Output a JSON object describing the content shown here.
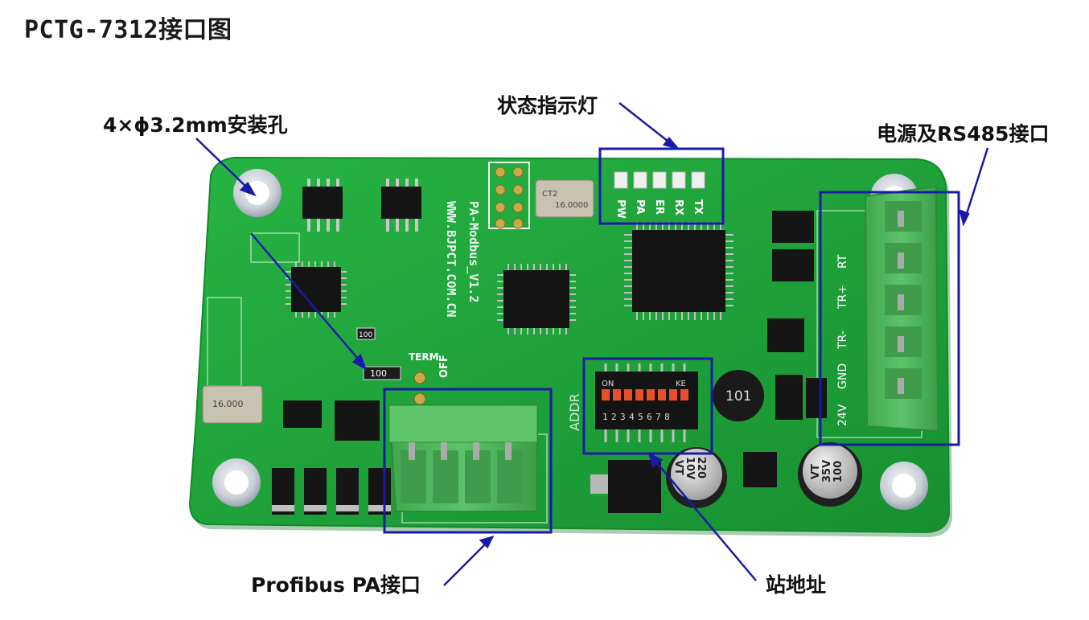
{
  "title": "PCTG-7312接口图",
  "labels": {
    "mounting_holes": "4×ϕ3.2mm安装孔",
    "status_leds": "状态指示灯",
    "power_rs485": "电源及RS485接口",
    "profibus_pa": "Profibus PA接口",
    "station_address": "站地址"
  },
  "board": {
    "silkscreen_url": "WWW.BJPCT.COM.CN",
    "silkscreen_version": "PA-Modbus_V1.2",
    "led_labels": [
      "PW",
      "PA",
      "ER",
      "RX",
      "TX"
    ],
    "terminal_labels": [
      "RT",
      "TR+",
      "TR-",
      "GND",
      "24V"
    ],
    "term_label": "TERM",
    "off_label": "OFF",
    "addr_label": "ADDR",
    "dip_on": "ON",
    "dip_ke": "KE",
    "dip_numbers": "12345678",
    "crystal1": "16.000",
    "crystal2_a": "CT2",
    "crystal2_b": "16.0000",
    "inductor": "101",
    "cap1_a": "220",
    "cap1_b": "10V",
    "cap1_c": "VT",
    "cap2_a": "100",
    "cap2_b": "35V",
    "cap2_c": "VT",
    "resistor1": "100",
    "resistor2": "100"
  },
  "colors": {
    "pcb": "#1fa83a",
    "pcb_dark": "#168a2c",
    "connector": "#4cb458",
    "highlight": "#1a1aa8"
  }
}
